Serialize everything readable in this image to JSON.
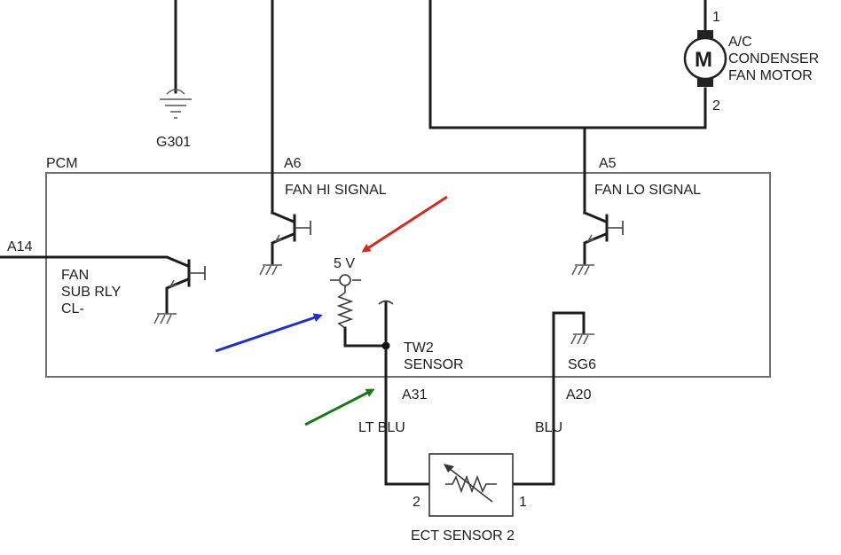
{
  "labels": {
    "g301": "G301",
    "pcm": "PCM",
    "a6": "A6",
    "a5": "A5",
    "a14": "A14",
    "fan_hi": "FAN HI SIGNAL",
    "fan_lo": "FAN LO SIGNAL",
    "fan_sub_1": "FAN",
    "fan_sub_2": "SUB RLY",
    "fan_sub_3": "CL-",
    "v5": "5 V",
    "tw2_1": "TW2",
    "tw2_2": "SENSOR",
    "sg6": "SG6",
    "a31": "A31",
    "a20": "A20",
    "lt_blu": "LT BLU",
    "blu": "BLU",
    "pin1_motor": "1",
    "pin2_motor": "2",
    "motor_letter": "M",
    "motor_1": "A/C",
    "motor_2": "CONDENSER",
    "motor_3": "FAN MOTOR",
    "ect_pin2": "2",
    "ect_pin1": "1",
    "ect": "ECT SENSOR 2"
  },
  "arrows": [
    {
      "name": "red-arrow",
      "color": "#d42a20"
    },
    {
      "name": "blue-arrow",
      "color": "#1f2fc8"
    },
    {
      "name": "green-arrow",
      "color": "#1a7a1a"
    }
  ]
}
